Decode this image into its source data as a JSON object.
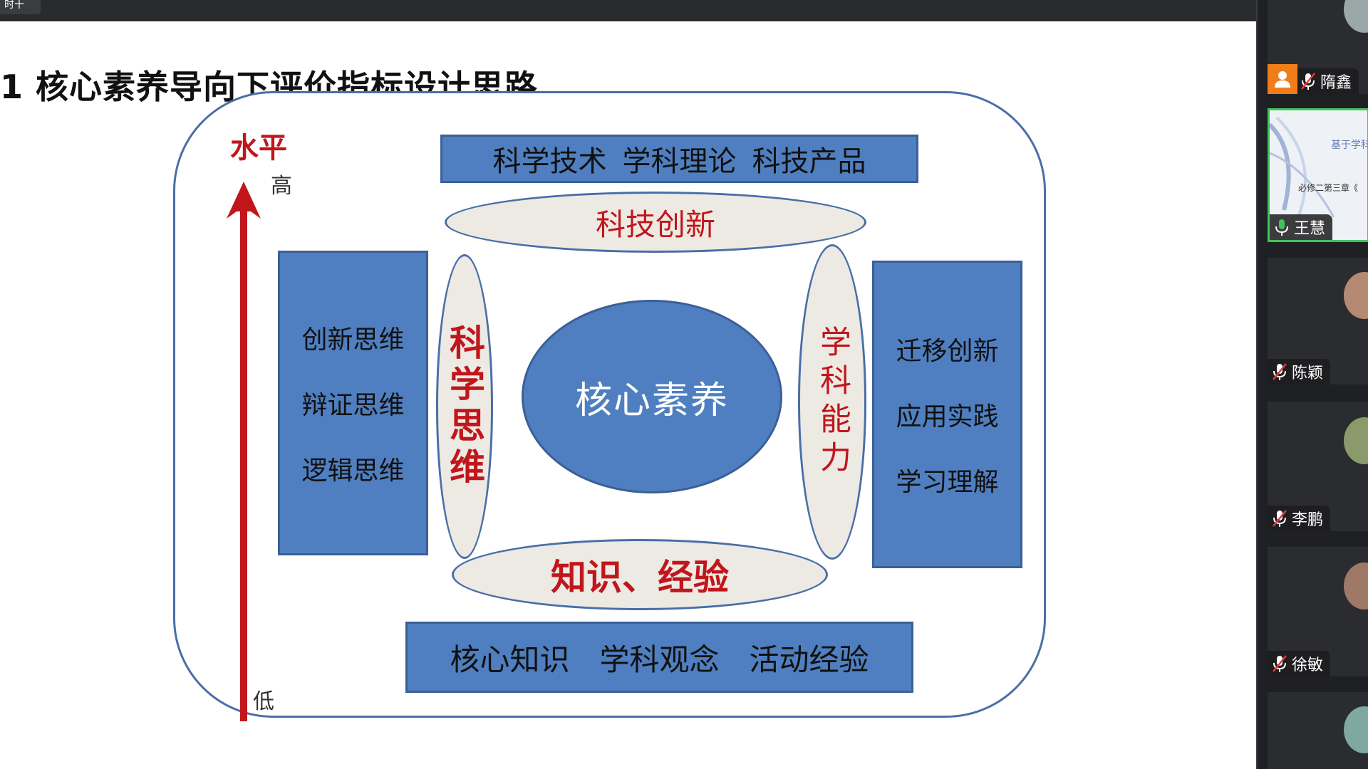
{
  "window": {
    "tab_label": "时十"
  },
  "slide": {
    "title": "1 核心素养导向下评价指标设计思路",
    "axis": {
      "label": "水平",
      "high": "高",
      "low": "低"
    },
    "top_box": [
      "科学技术",
      "学科理论",
      "科技产品"
    ],
    "top_oval": "科技创新",
    "left_box": [
      "创新思维",
      "辩证思维",
      "逻辑思维"
    ],
    "left_oval": "科学思维",
    "core": "核心素养",
    "right_oval": "学科能力",
    "right_box": [
      "迁移创新",
      "应用实践",
      "学习理解"
    ],
    "bottom_oval": "知识、经验",
    "bottom_box": [
      "核心知识",
      "学科观念",
      "活动经验"
    ],
    "colors": {
      "box_fill": "#4f7fc0",
      "oval_fill": "#eceae3",
      "accent_red": "#c0161c",
      "frame": "#4a6ea8"
    }
  },
  "participants": [
    {
      "name": "隋鑫",
      "mic": "muted",
      "avatar": "person-icon"
    },
    {
      "name": "王慧",
      "mic": "active",
      "screen_share": {
        "title": "基于学科",
        "subtitle": "必修二第三章《"
      }
    },
    {
      "name": "陈颖",
      "mic": "muted"
    },
    {
      "name": "李鹏",
      "mic": "muted"
    },
    {
      "name": "徐敏",
      "mic": "muted"
    },
    {
      "name": "",
      "mic": "none"
    }
  ],
  "sidebar_colors": {
    "active_speaker_border": "#3ec45a",
    "avatar_badge": "#f07d1a"
  }
}
